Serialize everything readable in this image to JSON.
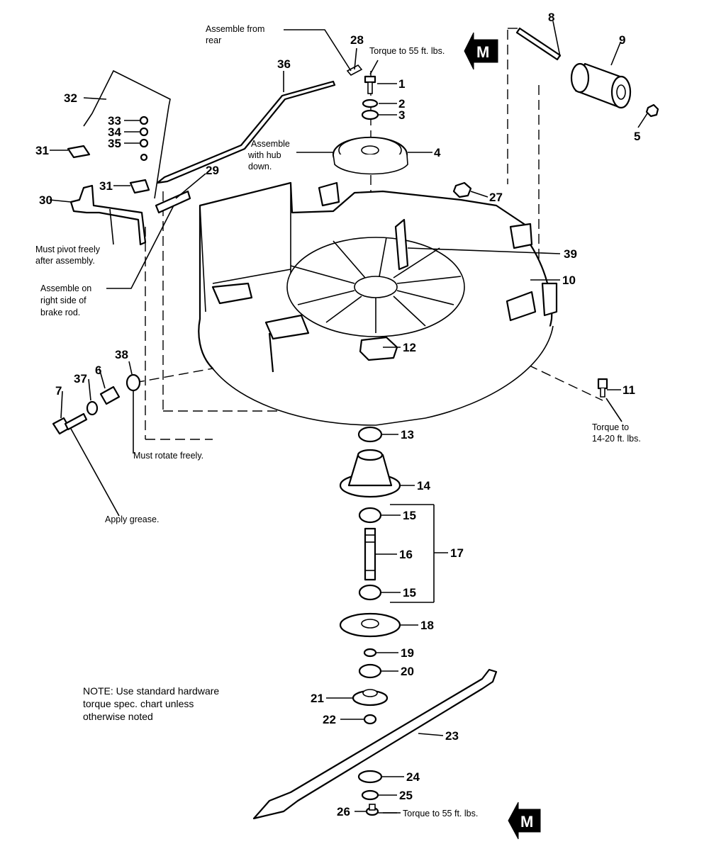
{
  "parts": [
    {
      "id": "1",
      "label": "1"
    },
    {
      "id": "2",
      "label": "2"
    },
    {
      "id": "3",
      "label": "3"
    },
    {
      "id": "4",
      "label": "4"
    },
    {
      "id": "5",
      "label": "5"
    },
    {
      "id": "6",
      "label": "6"
    },
    {
      "id": "7",
      "label": "7"
    },
    {
      "id": "8",
      "label": "8"
    },
    {
      "id": "9",
      "label": "9"
    },
    {
      "id": "10",
      "label": "10"
    },
    {
      "id": "11",
      "label": "11"
    },
    {
      "id": "12",
      "label": "12"
    },
    {
      "id": "13",
      "label": "13"
    },
    {
      "id": "14",
      "label": "14"
    },
    {
      "id": "15a",
      "label": "15"
    },
    {
      "id": "15b",
      "label": "15"
    },
    {
      "id": "16",
      "label": "16"
    },
    {
      "id": "17",
      "label": "17"
    },
    {
      "id": "18",
      "label": "18"
    },
    {
      "id": "19",
      "label": "19"
    },
    {
      "id": "20",
      "label": "20"
    },
    {
      "id": "21",
      "label": "21"
    },
    {
      "id": "22",
      "label": "22"
    },
    {
      "id": "23",
      "label": "23"
    },
    {
      "id": "24",
      "label": "24"
    },
    {
      "id": "25",
      "label": "25"
    },
    {
      "id": "26",
      "label": "26"
    },
    {
      "id": "27",
      "label": "27"
    },
    {
      "id": "28",
      "label": "28"
    },
    {
      "id": "29",
      "label": "29"
    },
    {
      "id": "30",
      "label": "30"
    },
    {
      "id": "31a",
      "label": "31"
    },
    {
      "id": "31b",
      "label": "31"
    },
    {
      "id": "32",
      "label": "32"
    },
    {
      "id": "33",
      "label": "33"
    },
    {
      "id": "34",
      "label": "34"
    },
    {
      "id": "35",
      "label": "35"
    },
    {
      "id": "36",
      "label": "36"
    },
    {
      "id": "37",
      "label": "37"
    },
    {
      "id": "38",
      "label": "38"
    },
    {
      "id": "39",
      "label": "39"
    }
  ],
  "annotations": {
    "assemble_rear_1": "Assemble from",
    "assemble_rear_2": "rear",
    "torque_top": "Torque to 55 ft. lbs.",
    "hub_1": "Assemble",
    "hub_2": "with hub",
    "hub_3": "down.",
    "pivot_1": "Must pivot freely",
    "pivot_2": "after assembly.",
    "right_side_1": "Assemble on",
    "right_side_2": "right side of",
    "right_side_3": "brake rod.",
    "rotate": "Must rotate freely.",
    "grease": "Apply grease.",
    "torque_11_1": "Torque to",
    "torque_11_2": "14-20 ft. lbs.",
    "note_1": "NOTE: Use standard hardware",
    "note_2": "torque spec. chart unless",
    "note_3": "otherwise noted",
    "torque_bottom": "Torque to 55 ft. lbs."
  },
  "markers": {
    "top": "M",
    "bottom": "M"
  }
}
